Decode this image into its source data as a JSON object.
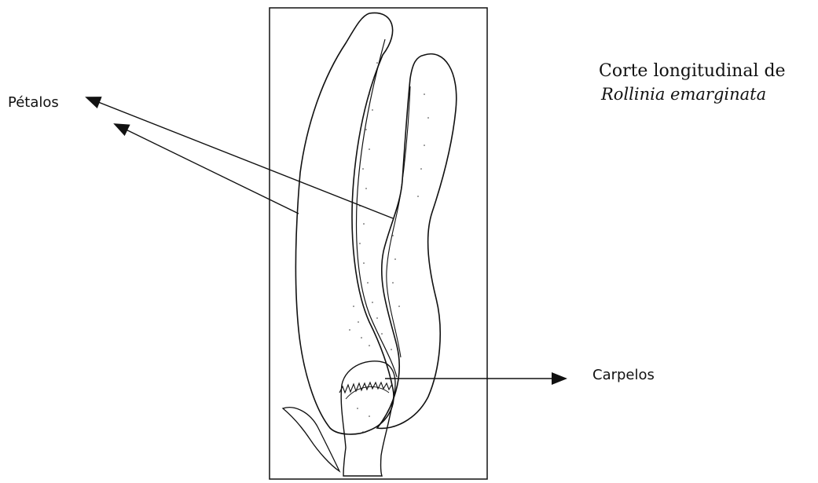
{
  "labels": {
    "petals": "Pétalos",
    "carpels": "Carpelos"
  },
  "caption": {
    "line1": "Corte longitudinal de",
    "line2": "Rollinia emarginata"
  },
  "colors": {
    "ink": "#111111",
    "background": "#ffffff"
  }
}
